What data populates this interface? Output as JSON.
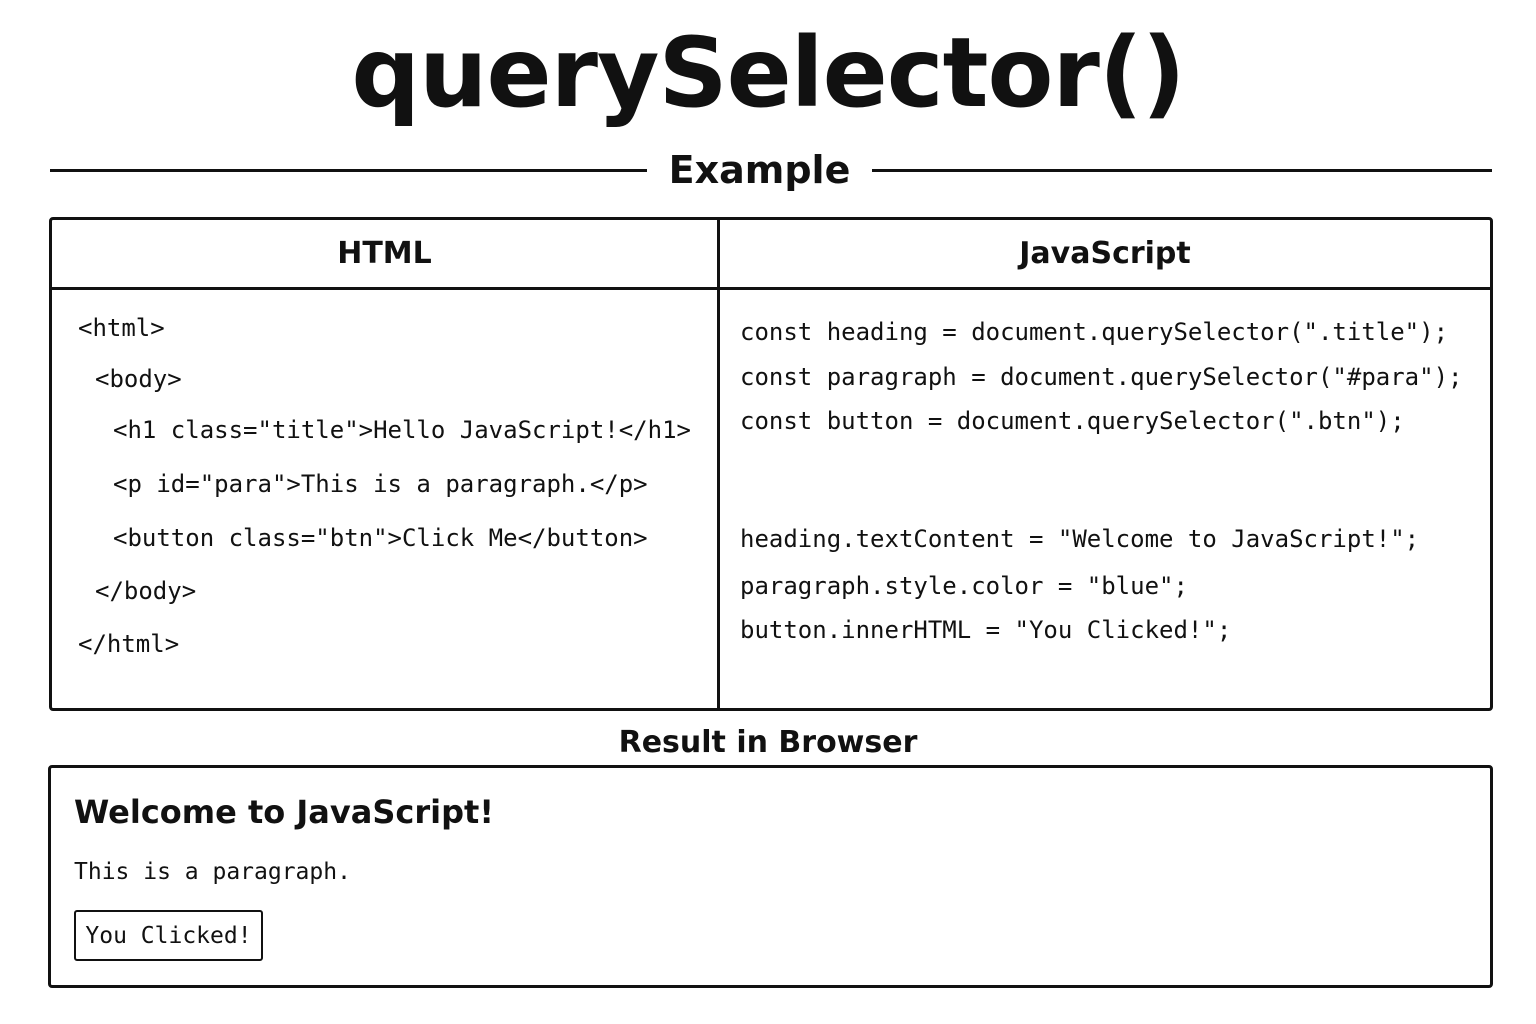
{
  "title": "querySelector()",
  "section_label": "Example",
  "code_table": {
    "html_header": "HTML",
    "js_header": "JavaScript",
    "html_lines": [
      "<html>",
      "<body>",
      "<h1 class=\"title\">Hello JavaScript!</h1>",
      "<p id=\"para\">This is a paragraph.</p>",
      "<button class=\"btn\">Click Me</button>",
      "</body>",
      "</html>"
    ],
    "js_lines": [
      "const heading = document.querySelector(\".title\");",
      "const paragraph = document.querySelector(\"#para\");",
      "const button = document.querySelector(\".btn\");",
      "heading.textContent = \"Welcome to JavaScript!\";",
      "paragraph.style.color = \"blue\";",
      "button.innerHTML = \"You Clicked!\";"
    ]
  },
  "result": {
    "title": "Result in Browser",
    "heading": "Welcome to JavaScript!",
    "paragraph": "This is a paragraph.",
    "button_label": "You Clicked!"
  }
}
